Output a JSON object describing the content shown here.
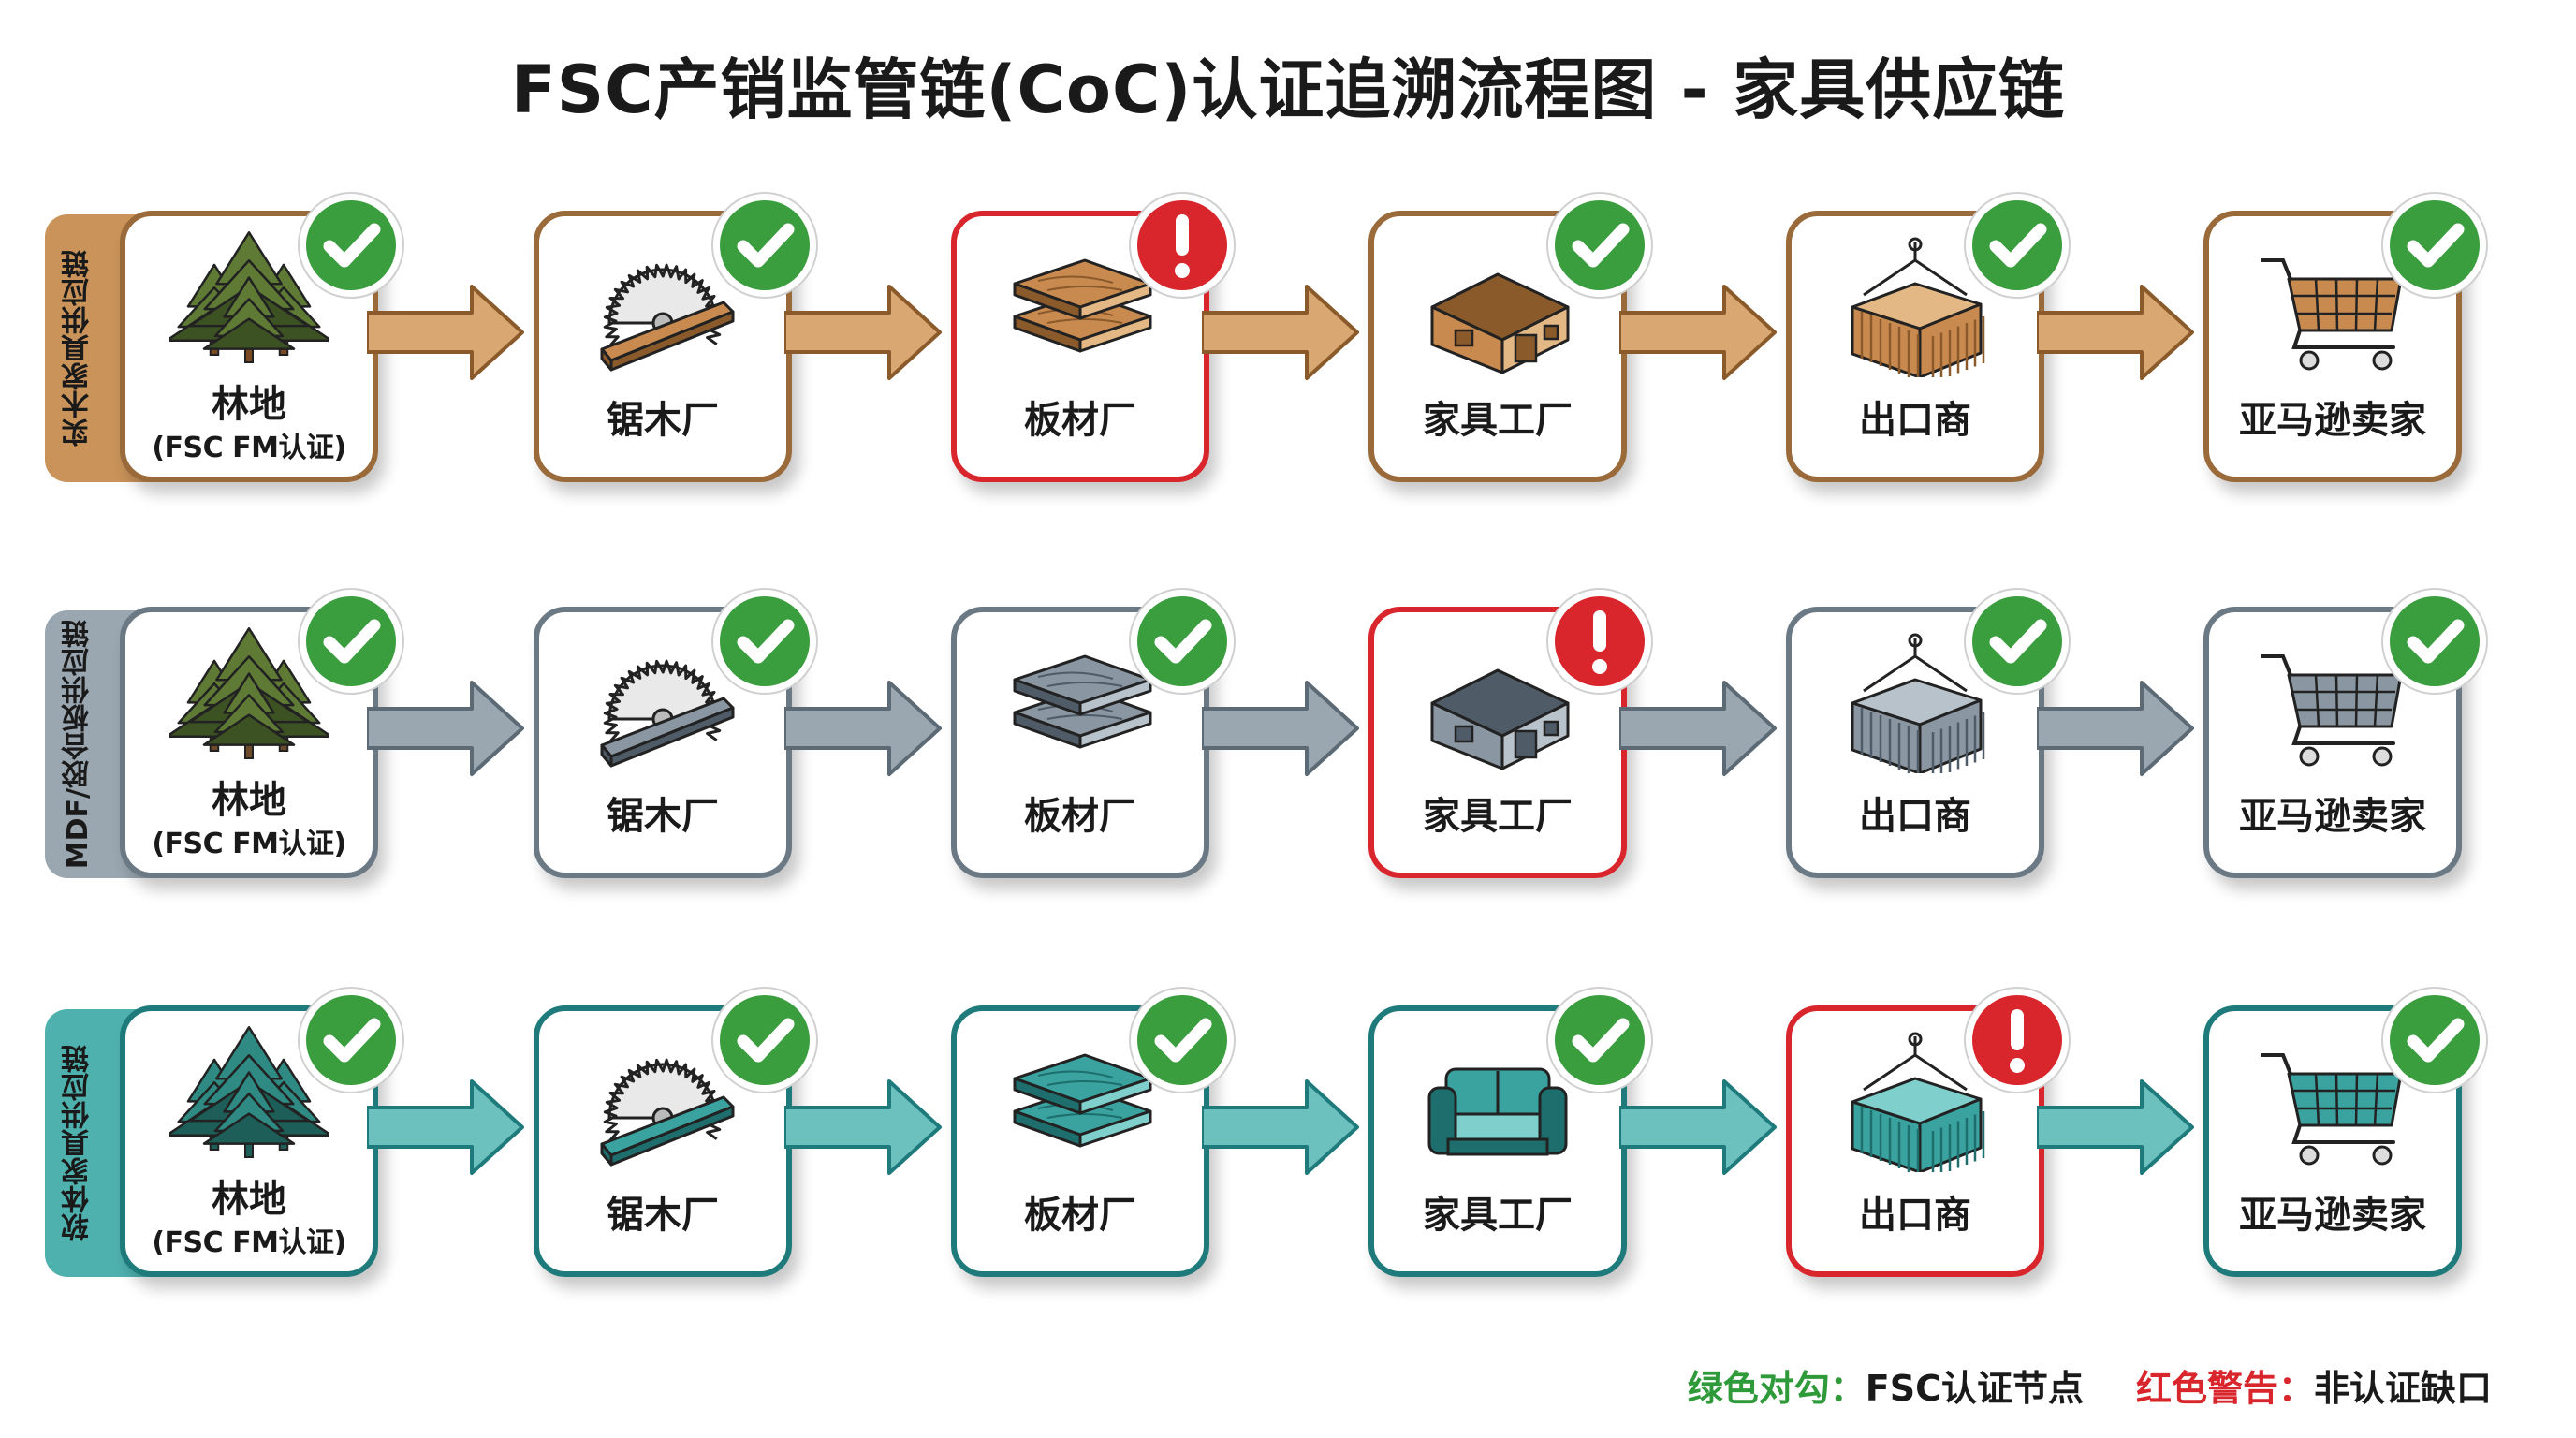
{
  "title": "FSC产销监管链(CoC)认证追溯流程图 - 家具供应链",
  "colors": {
    "check_green": "#3a9d3e",
    "alert_red": "#d8262c",
    "solid_wood": "#9a6a3a",
    "mdf": "#6b7985",
    "sofa": "#1f7b7b"
  },
  "rows": [
    {
      "label": "实木家具供应链",
      "theme": "wood",
      "nodes": [
        {
          "label": "林地",
          "sub": "(FSC FM认证)",
          "icon": "trees-icon",
          "status": "check"
        },
        {
          "label": "锯木厂",
          "icon": "saw-icon",
          "status": "check"
        },
        {
          "label": "板材厂",
          "icon": "boards-icon",
          "status": "alert"
        },
        {
          "label": "家具工厂",
          "icon": "factory-icon",
          "status": "check"
        },
        {
          "label": "出口商",
          "icon": "container-icon",
          "status": "check"
        },
        {
          "label": "亚马逊卖家",
          "icon": "cart-icon",
          "status": "check"
        }
      ]
    },
    {
      "label": "MDF/胶合板供应链",
      "theme": "mdf",
      "nodes": [
        {
          "label": "林地",
          "sub": "(FSC FM认证)",
          "icon": "trees-icon",
          "status": "check"
        },
        {
          "label": "锯木厂",
          "icon": "saw-icon",
          "status": "check"
        },
        {
          "label": "板材厂",
          "icon": "boards-icon",
          "status": "check"
        },
        {
          "label": "家具工厂",
          "icon": "factory-icon",
          "status": "alert"
        },
        {
          "label": "出口商",
          "icon": "container-icon",
          "status": "check"
        },
        {
          "label": "亚马逊卖家",
          "icon": "cart-icon",
          "status": "check"
        }
      ]
    },
    {
      "label": "软体家具供应链",
      "theme": "sofa",
      "nodes": [
        {
          "label": "林地",
          "sub": "(FSC FM认证)",
          "icon": "trees-icon",
          "status": "check"
        },
        {
          "label": "锯木厂",
          "icon": "saw-icon",
          "status": "check"
        },
        {
          "label": "板材厂",
          "icon": "boards-icon",
          "status": "check"
        },
        {
          "label": "家具工厂",
          "icon": "sofa-icon",
          "status": "check"
        },
        {
          "label": "出口商",
          "icon": "container-icon",
          "status": "alert"
        },
        {
          "label": "亚马逊卖家",
          "icon": "cart-icon",
          "status": "check"
        }
      ]
    }
  ],
  "legend": {
    "green_key": "绿色对勾：",
    "green_text": "FSC认证节点",
    "red_key": "红色警告：",
    "red_text": "非认证缺口"
  }
}
